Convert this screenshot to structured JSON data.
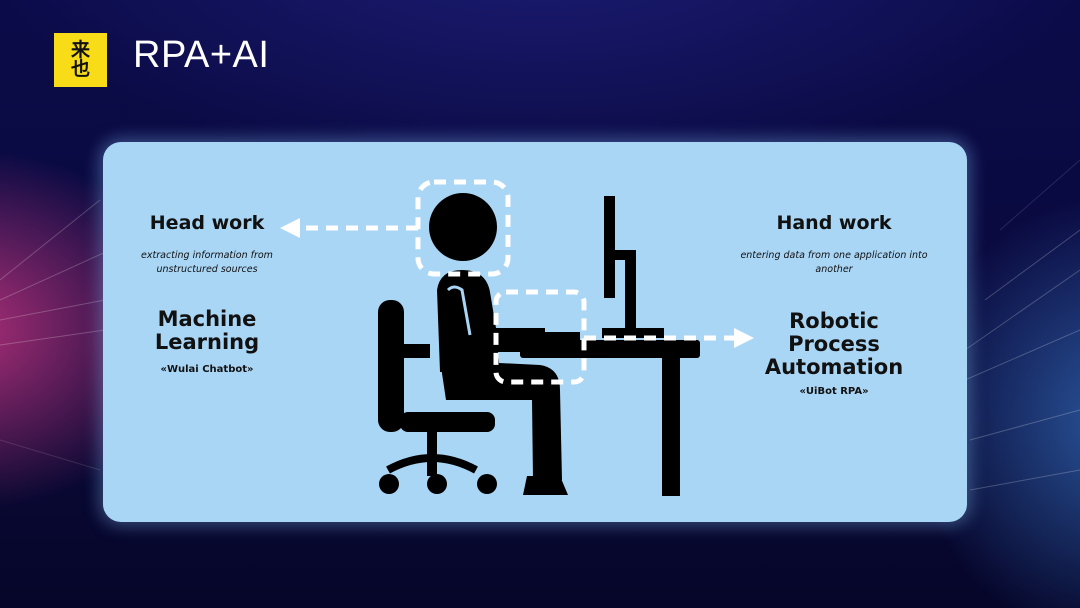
{
  "header": {
    "logo_chars": [
      "来",
      "也"
    ],
    "title": "RPA+AI"
  },
  "left": {
    "title": "Head work",
    "description_line1": "extracting information from",
    "description_line2": "unstructured sources",
    "category_line1": "Machine",
    "category_line2": "Learning",
    "product": "«Wulai Chatbot»"
  },
  "right": {
    "title": "Hand work",
    "description_line1": "entering data from one application into",
    "description_line2": "another",
    "category_line1": "Robotic",
    "category_line2": "Process",
    "category_line3": "Automation",
    "product": "«UiBot RPA»"
  },
  "colors": {
    "background": "#0a0a3c",
    "panel": "#aad6f6",
    "logo": "#f7dc17",
    "figure": "#000000",
    "dashed_marker": "#ffffff"
  },
  "icons": [
    "person-at-desk-icon",
    "office-chair-icon",
    "computer-monitor-icon",
    "desk-icon",
    "arrow-left-icon",
    "arrow-right-icon"
  ]
}
